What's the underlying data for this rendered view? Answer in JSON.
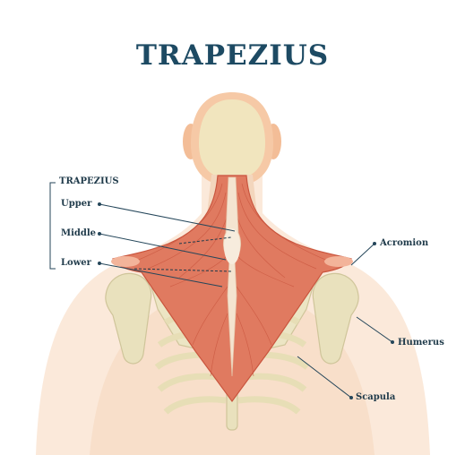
{
  "title": "TRAPEZIUS",
  "group_label": "TRAPEZIUS",
  "labels": {
    "upper": "Upper",
    "middle": "Middle",
    "lower": "Lower",
    "acromion": "Acromion",
    "humerus": "Humerus",
    "scapula": "Scapula"
  },
  "colors": {
    "title": "#1d4a63",
    "label_text": "#1f3a4a",
    "leader_line": "#24465a",
    "skin": "#f6c9a6",
    "skin_dark": "#eeb48c",
    "head_inner": "#f1e5be",
    "muscle": "#e07a60",
    "muscle_dark": "#c9553e",
    "bone": "#e9e1bd",
    "bone_outline": "#cfc59a"
  }
}
